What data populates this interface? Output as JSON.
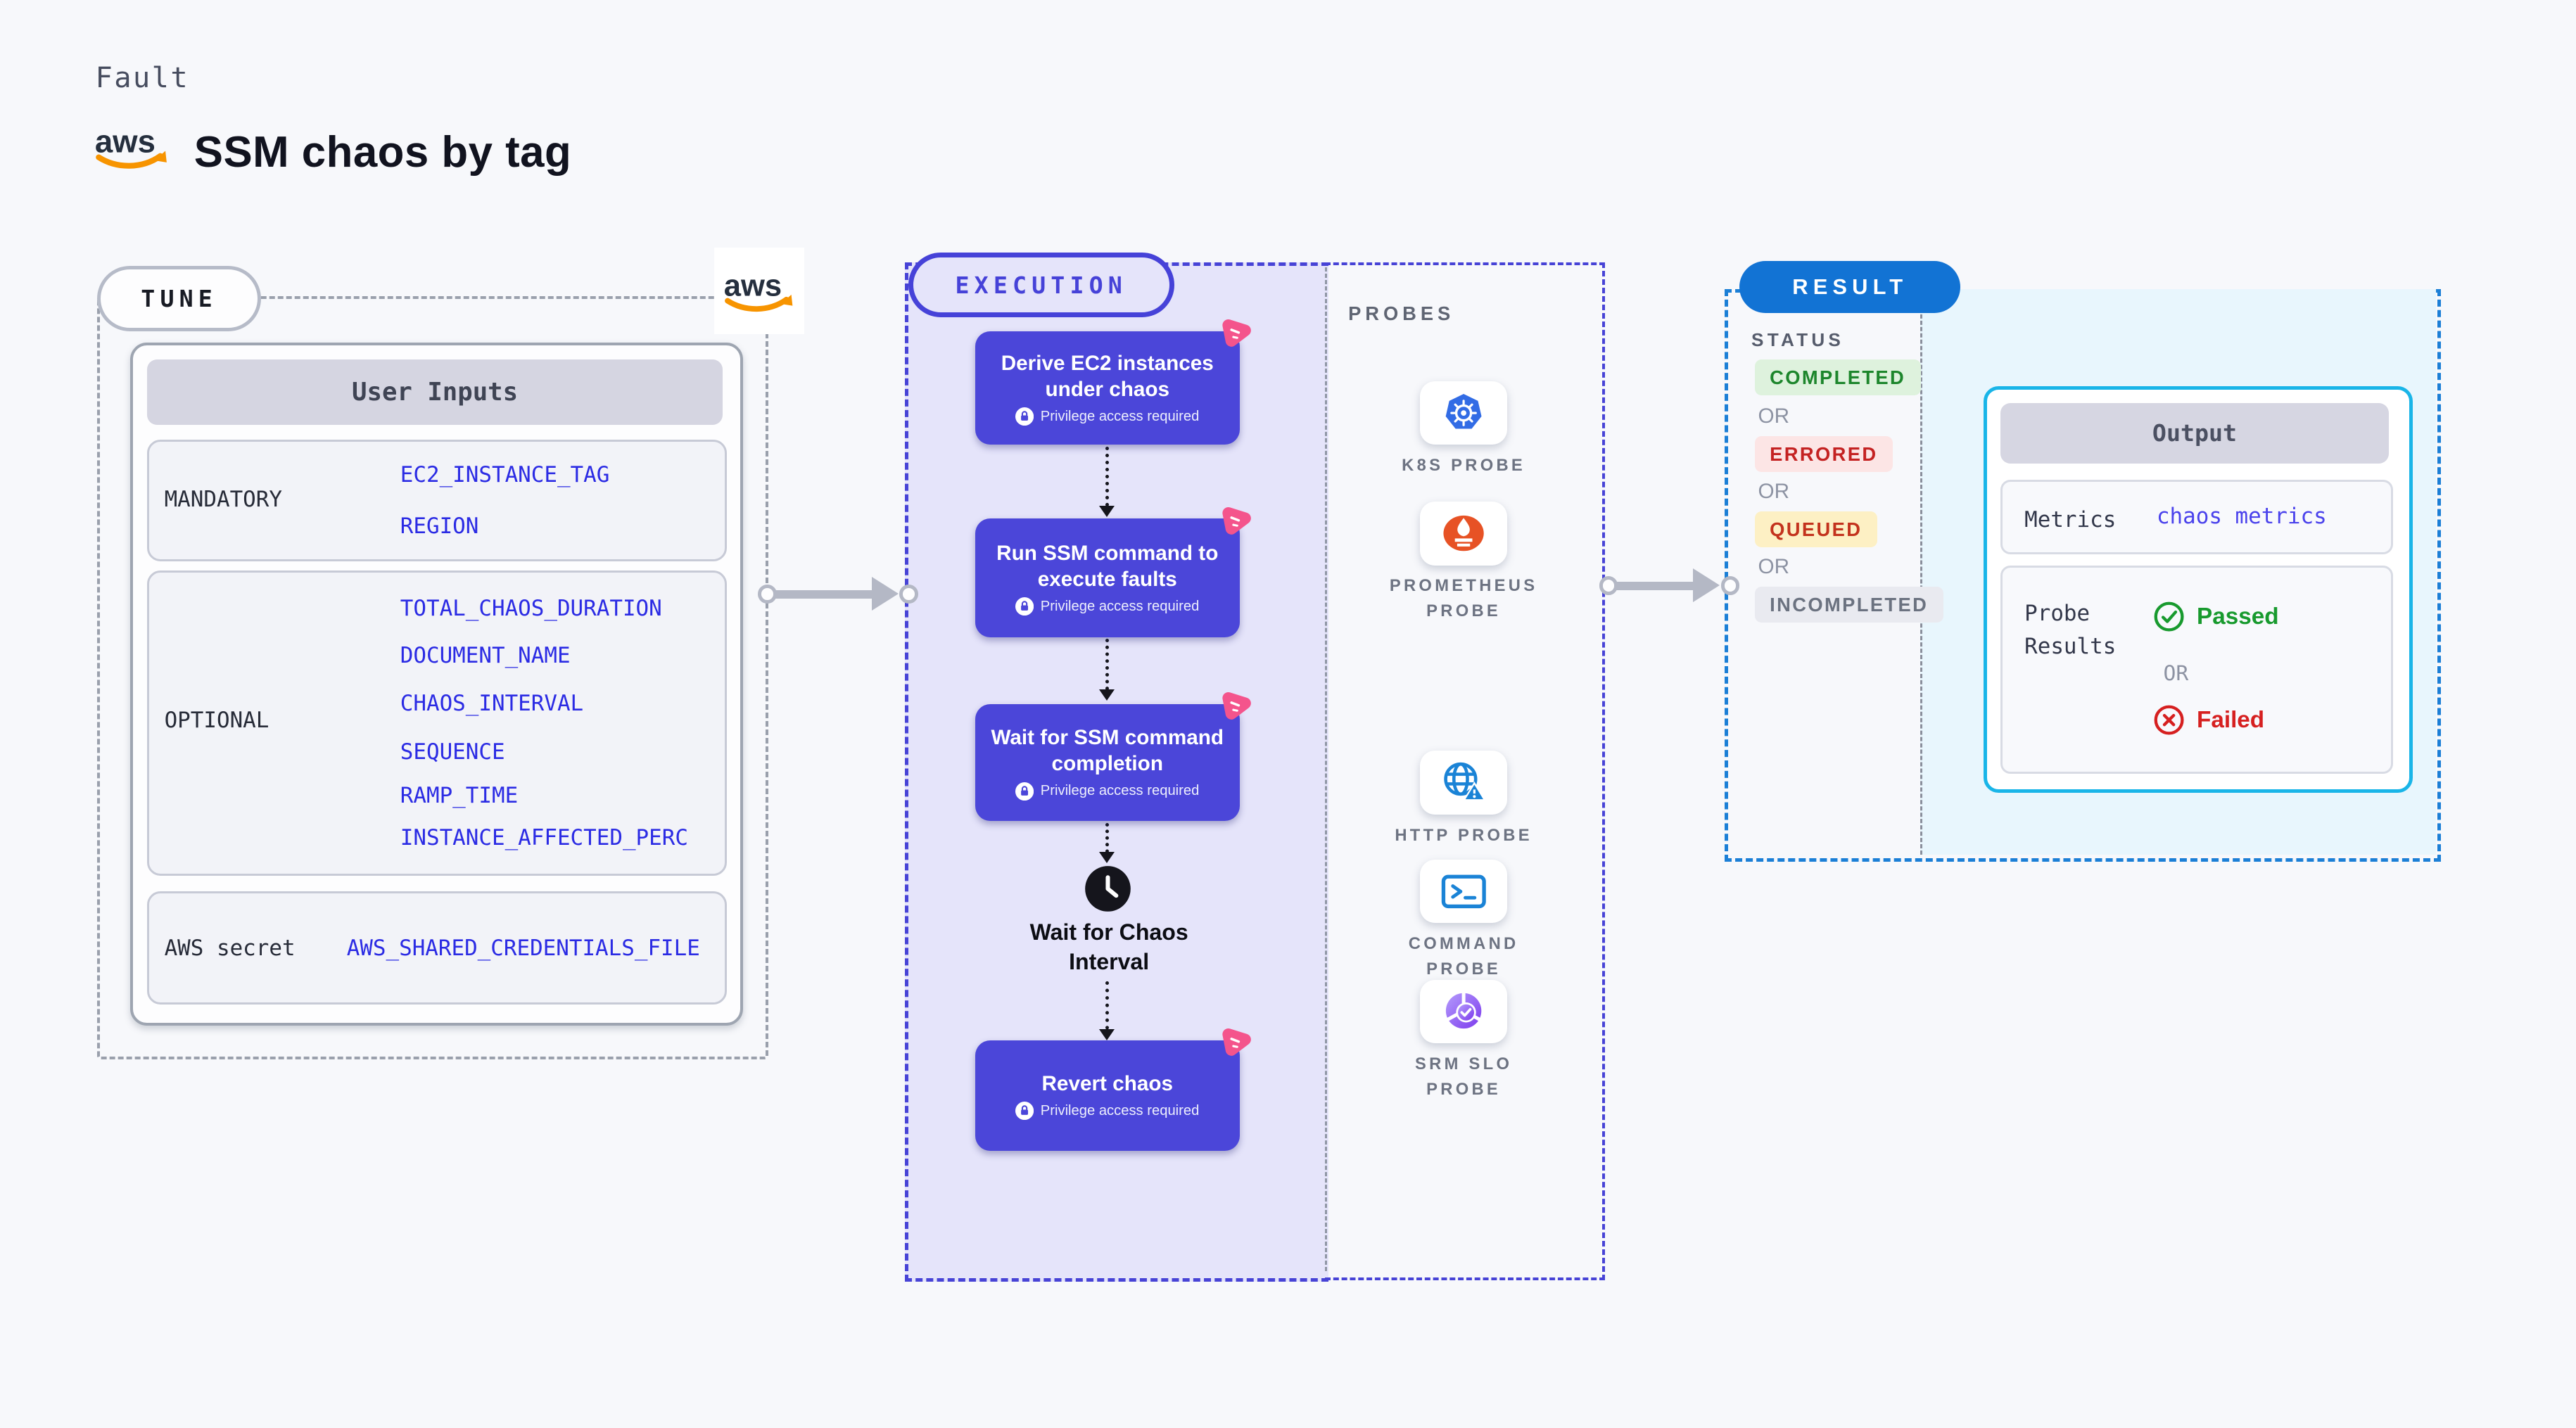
{
  "page": {
    "kicker": "Fault",
    "title": "SSM chaos by tag"
  },
  "brand": {
    "aws_logo_text": "aws"
  },
  "tune": {
    "label": "TUNE",
    "table_header": "User Inputs",
    "rows": [
      {
        "label": "MANDATORY",
        "values": [
          "EC2_INSTANCE_TAG",
          "REGION"
        ]
      },
      {
        "label": "OPTIONAL",
        "values": [
          "TOTAL_CHAOS_DURATION",
          "DOCUMENT_NAME",
          "CHAOS_INTERVAL",
          "SEQUENCE",
          "RAMP_TIME",
          "INSTANCE_AFFECTED_PERC"
        ]
      },
      {
        "label": "AWS secret",
        "values": [
          "AWS_SHARED_CREDENTIALS_FILE"
        ]
      }
    ]
  },
  "execution": {
    "label": "EXECUTION",
    "privilege_badge": "Privilege access required",
    "nodes": [
      {
        "title": "Derive EC2 instances under chaos"
      },
      {
        "title": "Run SSM command to execute faults"
      },
      {
        "title": "Wait for SSM command completion"
      },
      {
        "title": "Revert chaos"
      }
    ],
    "wait_step": {
      "line1": "Wait for Chaos",
      "line2": "Interval"
    }
  },
  "probes": {
    "label": "PROBES",
    "items": [
      {
        "name": "K8S PROBE",
        "icon": "kubernetes-icon"
      },
      {
        "name": "PROMETHEUS PROBE",
        "icon": "prometheus-icon"
      },
      {
        "name": "HTTP PROBE",
        "icon": "http-globe-icon"
      },
      {
        "name": "COMMAND PROBE",
        "icon": "terminal-icon"
      },
      {
        "name": "SRM SLO PROBE",
        "icon": "slo-donut-icon"
      }
    ]
  },
  "result": {
    "label": "RESULT",
    "status": {
      "heading": "STATUS",
      "or_label": "OR",
      "badges": [
        {
          "text": "COMPLETED",
          "type": "completed"
        },
        {
          "text": "ERRORED",
          "type": "errored"
        },
        {
          "text": "QUEUED",
          "type": "queued"
        },
        {
          "text": "INCOMPLETED",
          "type": "incompleted"
        }
      ]
    },
    "output": {
      "header": "Output",
      "metrics_label": "Metrics",
      "metrics_value": "chaos metrics",
      "probe_results_label": "Probe Results",
      "passed": "Passed",
      "or_label": "OR",
      "failed": "Failed"
    }
  },
  "colors": {
    "node_indigo": "#4b46d9",
    "lavender": "#e5e4fa",
    "exec_dash": "#4743d6",
    "result_dash": "#1b7fd6",
    "result_pill": "#1273d4",
    "output_border": "#19b5e8",
    "value_blue": "#2b2be4",
    "passed_green": "#189a2e",
    "failed_red": "#d62020",
    "aws_orange": "#f79400",
    "pink_badge": "#f4548c"
  }
}
